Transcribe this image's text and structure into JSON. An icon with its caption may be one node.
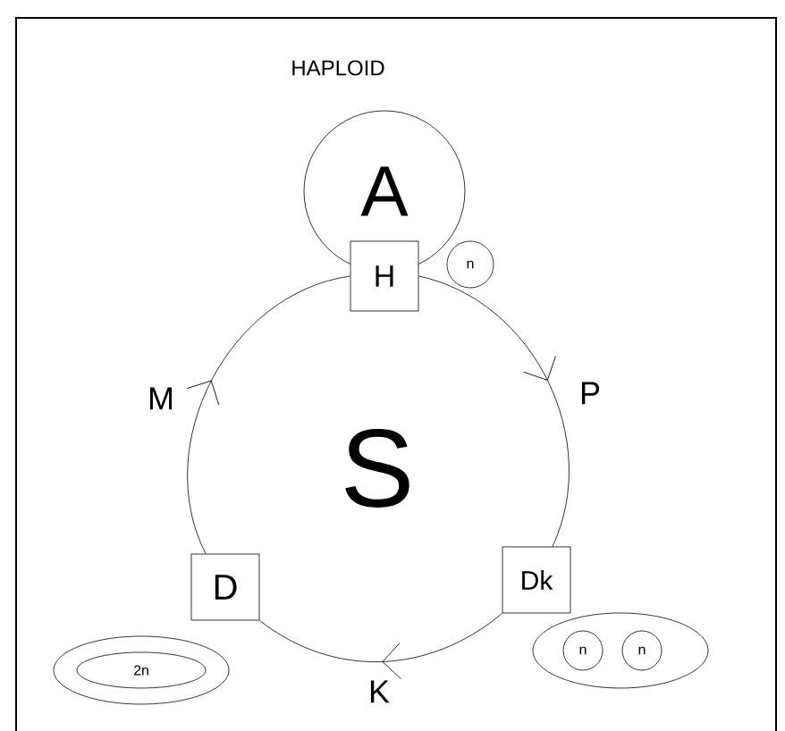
{
  "diagram": {
    "nodes": [
      {
        "text": [
          "A"
        ]
      },
      {
        "text": [
          "H"
        ]
      },
      {
        "text": [
          "n"
        ]
      },
      {
        "text": [
          "D"
        ]
      },
      {
        "text": [
          "Dk"
        ]
      },
      {
        "text": [],
        "shape": "ellipse"
      },
      {
        "text": [
          "2n"
        ],
        "in": 5
      },
      {
        "text": [],
        "shape": "ellipse"
      },
      {
        "text": [
          "n"
        ],
        "in": 7
      },
      {
        "text": [
          "n"
        ],
        "in": 7
      }
    ],
    "edges": [
      {
        "from": 1,
        "to": 4,
        "arrow": "to",
        "label": "P"
      },
      {
        "from": 4,
        "to": 3,
        "arrow": "to",
        "label": "K"
      },
      {
        "from": 3,
        "to": 1,
        "arrow": "to",
        "label": "M"
      }
    ],
    "labels": [
      "HAPLOID",
      "S"
    ]
  }
}
